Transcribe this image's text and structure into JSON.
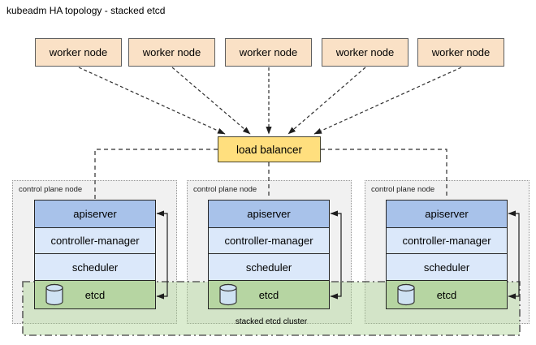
{
  "title": "kubeadm HA topology - stacked etcd",
  "workers": [
    {
      "label": "worker node"
    },
    {
      "label": "worker node"
    },
    {
      "label": "worker node"
    },
    {
      "label": "worker node"
    },
    {
      "label": "worker node"
    }
  ],
  "load_balancer": {
    "label": "load balancer"
  },
  "control_planes": [
    {
      "label": "control plane node",
      "components": [
        "apiserver",
        "controller-manager",
        "scheduler",
        "etcd"
      ]
    },
    {
      "label": "control plane node",
      "components": [
        "apiserver",
        "controller-manager",
        "scheduler",
        "etcd"
      ]
    },
    {
      "label": "control plane node",
      "components": [
        "apiserver",
        "controller-manager",
        "scheduler",
        "etcd"
      ]
    }
  ],
  "stacked_cluster": {
    "label": "stacked etcd cluster"
  },
  "icons": {
    "etcd": "database-cylinder-icon"
  },
  "colors": {
    "worker_fill": "#fae1c6",
    "worker_border": "#5f5f5f",
    "load_balancer_fill": "#ffdf7e",
    "apiserver_fill": "#a8c2ea",
    "controller_scheduler_fill": "#dbe8fa",
    "etcd_fill": "#b6d5a2",
    "etcd_cluster_fill": "#dcead2",
    "control_plane_fill": "#f1f1f1",
    "cylinder_fill": "#cfe2f3",
    "connector": "#2e2e2e"
  }
}
